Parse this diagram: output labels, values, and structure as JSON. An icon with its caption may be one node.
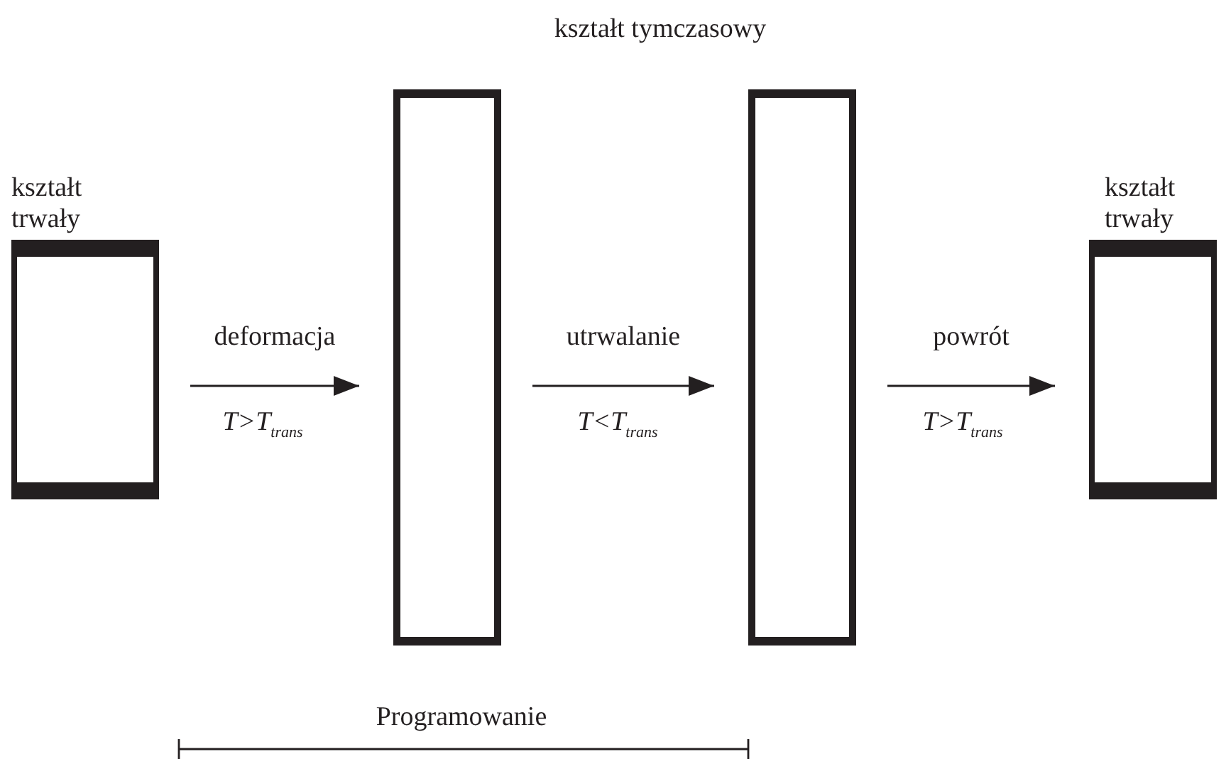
{
  "diagram": {
    "nodes": [
      {
        "text": [
          "kształt trwały"
        ]
      },
      {
        "text": [],
        "shape": "box"
      },
      {
        "text": [],
        "shape": "box"
      },
      {
        "text": [
          "kształt trwały"
        ]
      }
    ],
    "edges": [
      {
        "from": 0,
        "to": 1,
        "arrow": "to",
        "label": "deformacja"
      },
      {
        "from": 1,
        "to": 2,
        "arrow": "to",
        "label": "utrwalanie"
      },
      {
        "from": 2,
        "to": 3,
        "arrow": "to",
        "label": "powrót"
      }
    ],
    "labels": [
      "kształt tymczasowy",
      "T>T$_{trans}$",
      "T<T$_{trans}$",
      "T>T$_{trans}$",
      "Programowanie"
    ]
  }
}
